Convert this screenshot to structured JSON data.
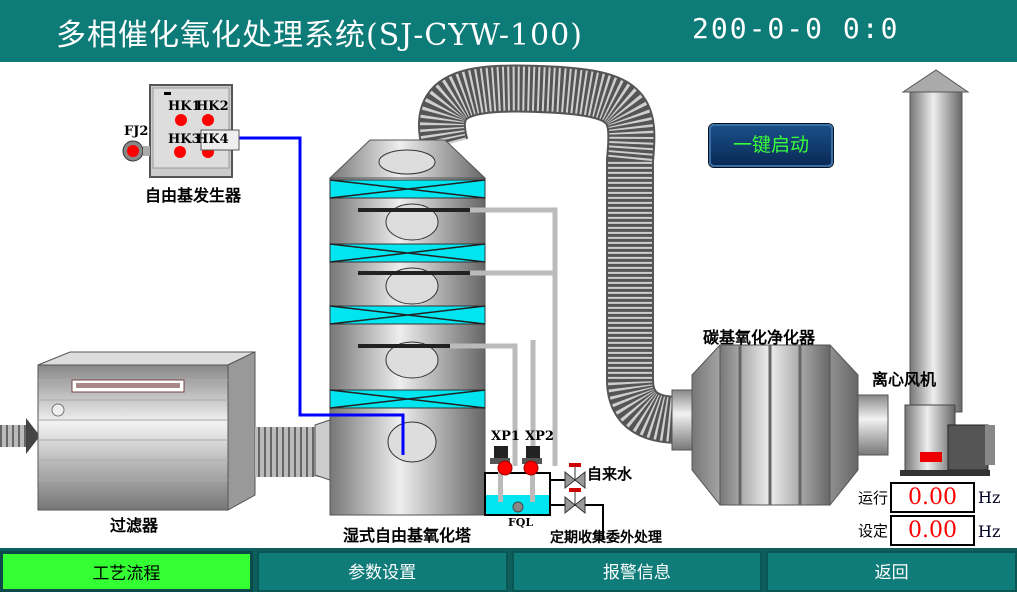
{
  "header": {
    "title": "多相催化氧化处理系统(SJ-CYW-100)",
    "datetime": "200-0-0  0:0"
  },
  "equipment": {
    "radical_generator": {
      "label": "自由基发生器",
      "fan": "FJ2",
      "modules": [
        "HK1",
        "HK2",
        "HK3",
        "HK4"
      ]
    },
    "filter": {
      "label": "过滤器"
    },
    "tower": {
      "label": "湿式自由基氧化塔",
      "pumps": [
        "XP1",
        "XP2"
      ],
      "tank": "FQL"
    },
    "tap_water": "自来水",
    "disposal": "定期收集委外处理",
    "carbon_purifier": {
      "label": "碳基氧化净化器"
    },
    "fan": {
      "label": "离心风机",
      "run_label": "运行",
      "run_value": "0.00",
      "set_label": "设定",
      "set_value": "0.00",
      "unit": "Hz"
    }
  },
  "start_button": "一键启动",
  "nav": [
    {
      "label": "工艺流程",
      "active": true
    },
    {
      "label": "参数设置"
    },
    {
      "label": "报警信息"
    },
    {
      "label": "返回"
    }
  ],
  "colors": {
    "header": "#0d7b78",
    "active": "#33ff33",
    "cyan": "#00e5f0",
    "pipe_blue": "#0000ff"
  }
}
